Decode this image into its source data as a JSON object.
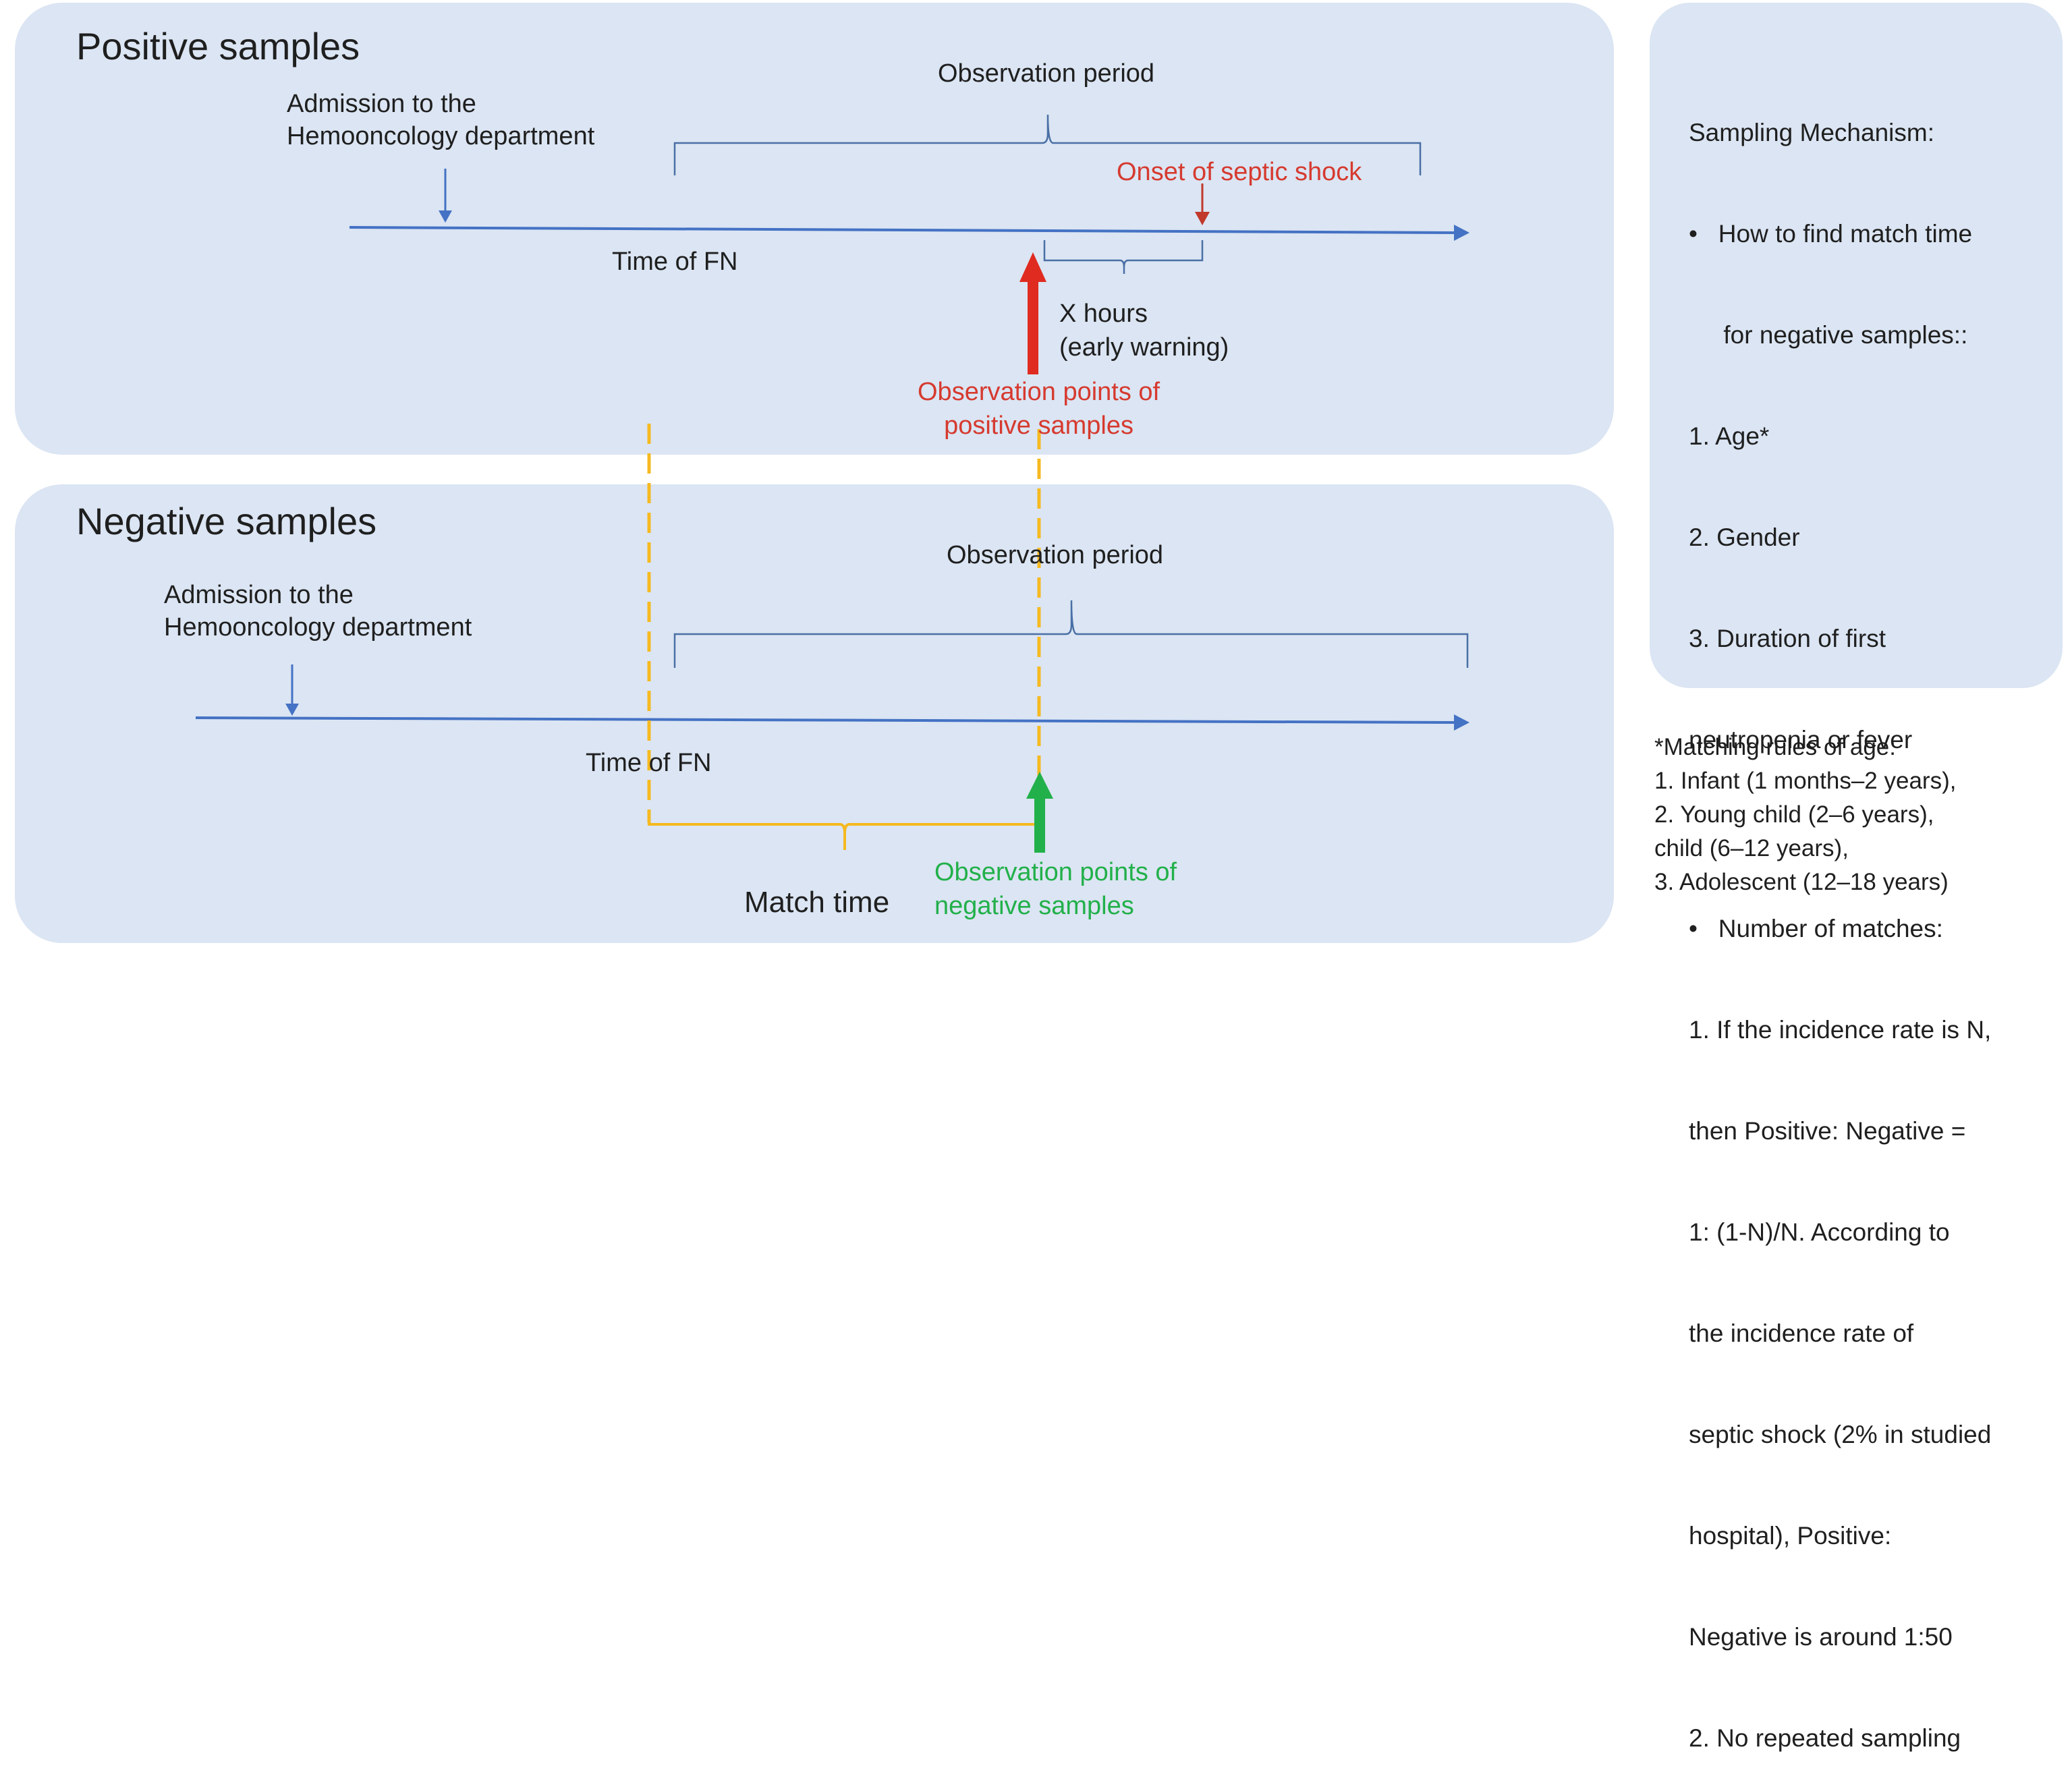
{
  "positive": {
    "title": "Positive samples",
    "admission": [
      "Admission to the",
      "Hemooncology department"
    ],
    "observation_period": "Observation period",
    "onset": "Onset of septic shock",
    "time_fn": "Time of FN",
    "x_hours": [
      "X hours",
      "(early warning)"
    ],
    "obs_points": [
      "Observation points of",
      "positive samples"
    ]
  },
  "negative": {
    "title": "Negative samples",
    "admission": [
      "Admission to the",
      "Hemooncology department"
    ],
    "observation_period": "Observation period",
    "time_fn": "Time of FN",
    "match_time": "Match time",
    "obs_points": [
      "Observation points of",
      "negative samples"
    ]
  },
  "sampling": {
    "lines": [
      "Sampling Mechanism:",
      "•   How to find match time",
      "     for negative samples::",
      "1. Age*",
      "2. Gender",
      "3. Duration of first",
      "neutropenia or fever",
      "",
      "•   Number of matches:",
      "1. If the incidence rate is N,",
      "then Positive: Negative =",
      "1: (1-N)/N. According to",
      "the incidence rate of",
      "septic shock (2% in studied",
      "hospital), Positive:",
      "Negative is around 1:50",
      "2. No repeated sampling"
    ]
  },
  "age_rules": {
    "lines": [
      "*Matching rules of age:",
      "1. Infant (1 months–2 years),",
      "2. Young child (2–6 years),",
      "child (6–12 years),",
      "3. Adolescent (12–18 years)"
    ]
  },
  "colors": {
    "panel": "#dbe5f3",
    "timeline": "#4472c4",
    "red": "#e02b20",
    "green": "#22b04a",
    "dashed": "#f5b920"
  }
}
